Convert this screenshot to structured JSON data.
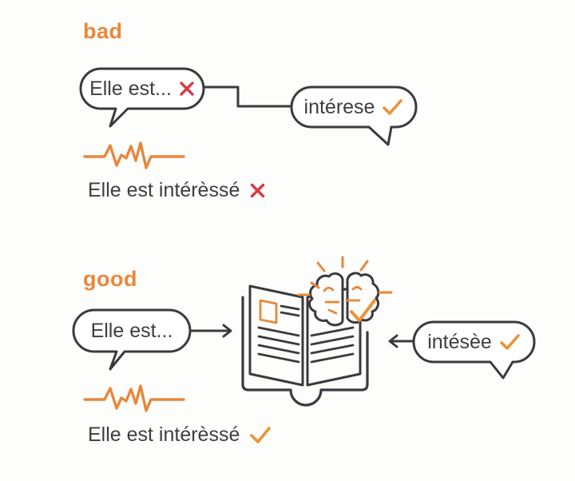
{
  "colors": {
    "accent_orange": "#e8873b",
    "outline_dark": "#3a3a3e",
    "error_red": "#d93b44",
    "background": "#fdfdfc"
  },
  "sections": {
    "bad": {
      "label": "bad",
      "spoken_bubble": {
        "text": "Elle est...",
        "mark": "cross"
      },
      "predicted_bubble": {
        "text": "intérese",
        "mark": "check"
      },
      "waveform_icon": "audio-waveform",
      "caption": {
        "text": "Elle est intérèssé",
        "mark": "cross"
      }
    },
    "good": {
      "label": "good",
      "spoken_bubble": {
        "text": "Elle est...",
        "mark": "none"
      },
      "predicted_bubble": {
        "text": "intésèe",
        "mark": "check"
      },
      "book_icon": "open-book-with-brain",
      "waveform_icon": "audio-waveform",
      "caption": {
        "text": "Elle est intérèssé",
        "mark": "check"
      }
    }
  }
}
